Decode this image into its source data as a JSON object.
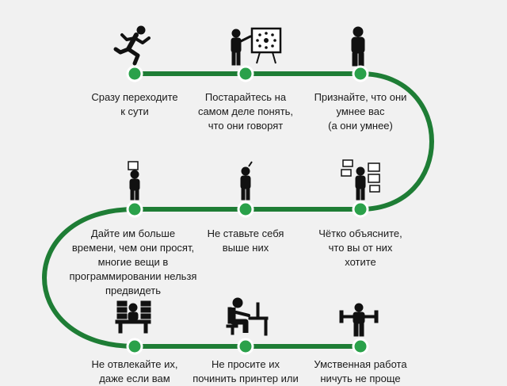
{
  "colors": {
    "path": "#1e7d35",
    "node_fill": "#2aa14a",
    "node_ring": "#ffffff",
    "icon": "#111111",
    "background": "#f1f1f1"
  },
  "steps": [
    {
      "icon": "running-person-icon",
      "text": "Сразу переходите\nк сути"
    },
    {
      "icon": "presenter-board-icon",
      "text": "Постарайтесь на\nсамом деле понять,\nчто они говорят"
    },
    {
      "icon": "standing-person-icon",
      "text": "Признайте, что они\nумнее вас\n(а они умнее)"
    },
    {
      "icon": "person-with-pictures-icon",
      "text": "Чётко объясните,\nчто вы от них\nхотите"
    },
    {
      "icon": "thinking-person-icon",
      "text": "Не ставьте себя\nвыше них"
    },
    {
      "icon": "person-calendar-icon",
      "text": "Дайте им больше\nвремени, чем они просят,\nмногие вещи в\nпрограммировании нельзя\nпредвидеть"
    },
    {
      "icon": "busy-desk-worker-icon",
      "text": "Не отвлекайте их,\nдаже если вам"
    },
    {
      "icon": "computer-worker-icon",
      "text": "Не просите их\nпочинить принтер или"
    },
    {
      "icon": "weightlifter-icon",
      "text": "Умственная работа\nничуть не проще"
    }
  ]
}
